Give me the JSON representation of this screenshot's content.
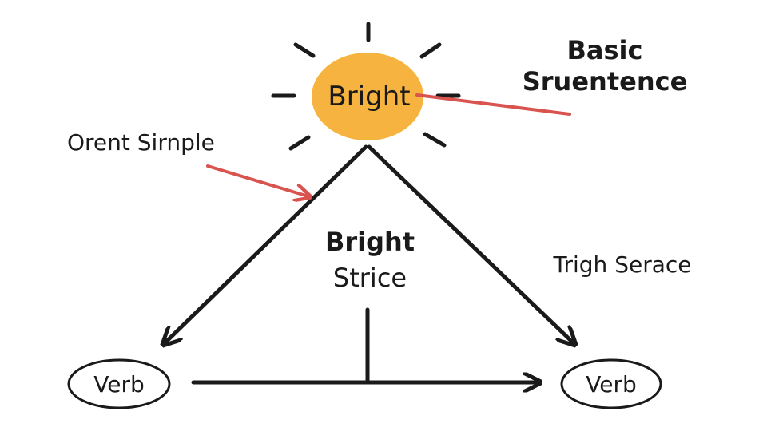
{
  "title": {
    "line1": "Basic",
    "line2": "Sruentence"
  },
  "sun": {
    "label": "Bright",
    "fill": "#F6B33F"
  },
  "center": {
    "line1": "Bright",
    "line2": "Strice"
  },
  "left_note": "Orent Sirnple",
  "right_note": "Trigh Serace",
  "nodes": {
    "left": "Verb",
    "right": "Verb"
  },
  "colors": {
    "ink": "#1a1a1a",
    "pointer": "#D9534F"
  },
  "icons": {
    "sun": "sun-icon"
  }
}
